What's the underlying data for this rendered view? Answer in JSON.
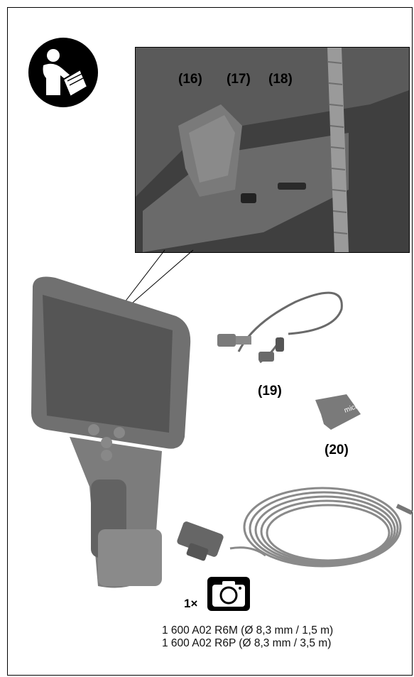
{
  "labels": {
    "l16": "(16)",
    "l17": "(17)",
    "l18": "(18)",
    "l19": "(19)",
    "l20": "(20)"
  },
  "camera_count": "1×",
  "captions": [
    "1 600 A02 R6M (Ø 8,3 mm / 1,5 m)",
    "1 600 A02 R6P  (Ø 8,3 mm / 3,5 m)"
  ],
  "icons": [
    "read-manual-icon",
    "camera-icon"
  ]
}
